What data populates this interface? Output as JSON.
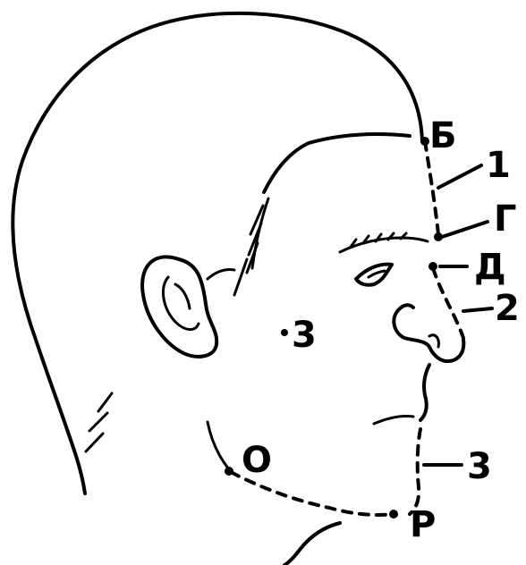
{
  "labels": {
    "b": "Б",
    "one": "1",
    "g": "Г",
    "d": "Д",
    "two": "2",
    "three_face": "3",
    "o": "О",
    "three_chin": "3",
    "r": "Р"
  },
  "colors": {
    "ink": "#000000",
    "paper": "#ffffff"
  }
}
